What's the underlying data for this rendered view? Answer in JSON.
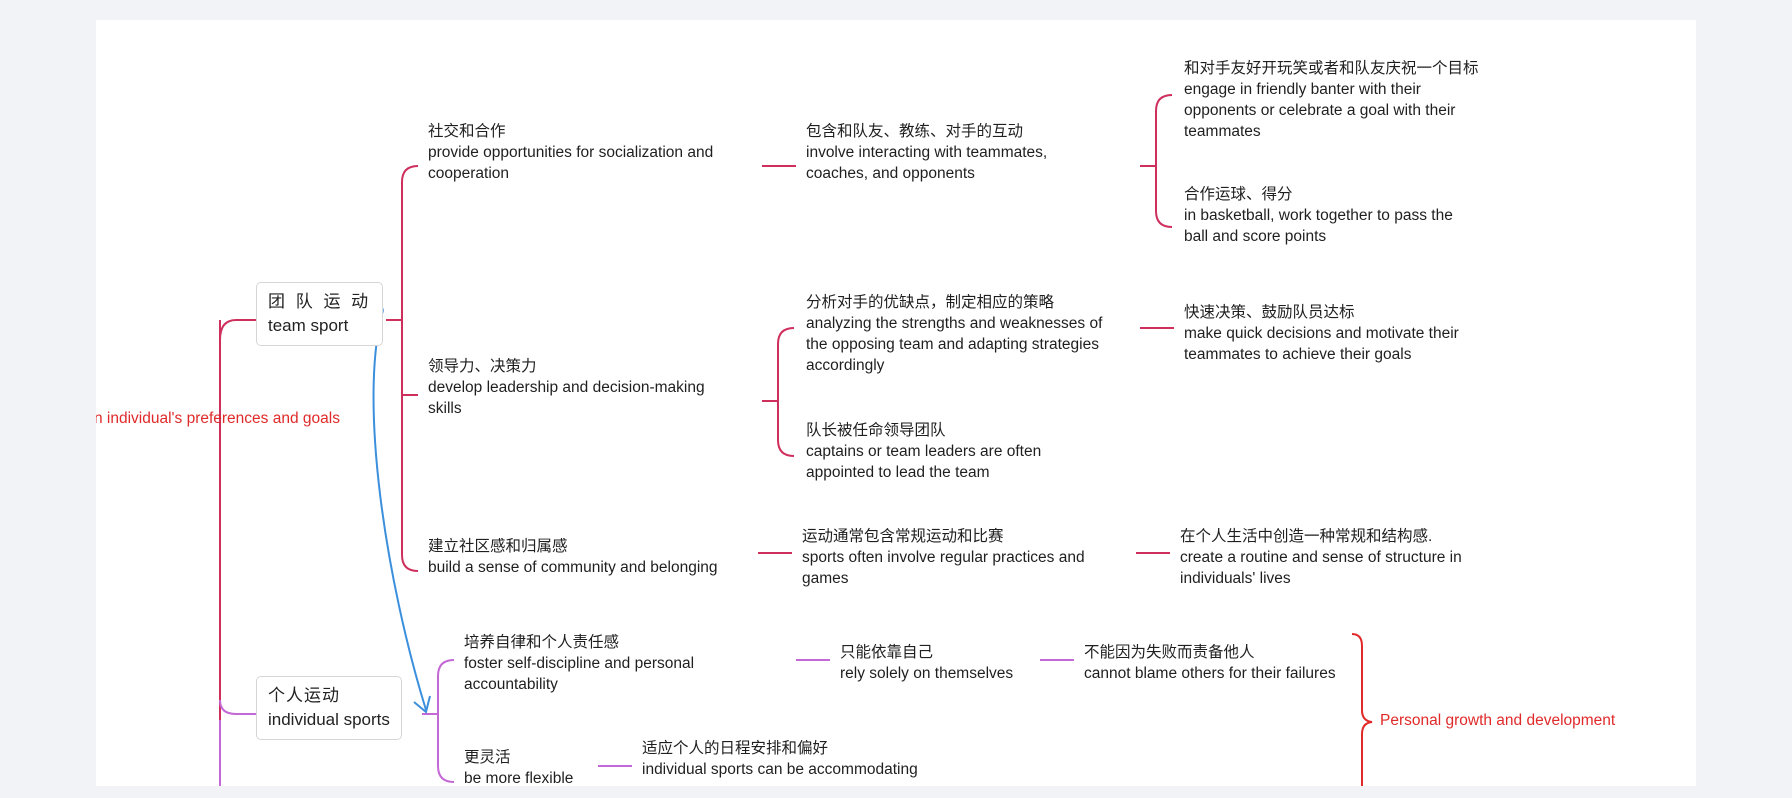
{
  "colors": {
    "team_branch": "#cf2f5d",
    "individual_branch": "#c468d6",
    "relation_line": "#3c8fdc",
    "summary_text": "#e02a2a"
  },
  "root_label": "n individual's preferences and goals",
  "team": {
    "zh": "团 队 运 动",
    "en": "team sport",
    "children": [
      {
        "zh": "社交和合作",
        "en": [
          "provide opportunities for socialization and",
          "cooperation"
        ],
        "child": {
          "zh": "包含和队友、教练、对手的互动",
          "en": [
            "involve interacting with teammates,",
            "coaches, and opponents"
          ],
          "children": [
            {
              "zh": "和对手友好开玩笑或者和队友庆祝一个目标",
              "en": [
                "engage in friendly banter with their",
                "opponents or celebrate a goal with their",
                "teammates"
              ]
            },
            {
              "zh": "合作运球、得分",
              "en": [
                "in basketball, work together to pass the",
                "ball and score points"
              ]
            }
          ]
        }
      },
      {
        "zh": "领导力、决策力",
        "en": [
          "develop leadership and decision-making",
          "skills"
        ],
        "children": [
          {
            "zh": "分析对手的优缺点，制定相应的策略",
            "en": [
              "analyzing the strengths and weaknesses of",
              "the opposing team and adapting strategies",
              "accordingly"
            ],
            "child": {
              "zh": "快速决策、鼓励队员达标",
              "en": [
                "make quick decisions and motivate their",
                "teammates to achieve their goals"
              ]
            }
          },
          {
            "zh": "队长被任命领导团队",
            "en": [
              "captains or team leaders are often",
              "appointed to lead the team"
            ]
          }
        ]
      },
      {
        "zh": "建立社区感和归属感",
        "en": [
          "build a sense of community and belonging"
        ],
        "child": {
          "zh": "运动通常包含常规运动和比赛",
          "en": [
            "sports often involve regular practices and",
            "games"
          ],
          "child": {
            "zh": "在个人生活中创造一种常规和结构感.",
            "en": [
              "create a routine and sense of structure in",
              "individuals' lives"
            ]
          }
        }
      }
    ]
  },
  "individual": {
    "zh": "个人运动",
    "en": "individual sports",
    "children": [
      {
        "zh": "培养自律和个人责任感",
        "en": [
          "foster self-discipline and personal",
          "accountability"
        ],
        "child": {
          "zh": "只能依靠自己",
          "en": [
            "rely solely on themselves"
          ],
          "child": {
            "zh": "不能因为失败而责备他人",
            "en": [
              "cannot blame others for their failures"
            ]
          }
        }
      },
      {
        "zh": "更灵活",
        "en": [
          "be more flexible"
        ],
        "child": {
          "zh": "适应个人的日程安排和偏好",
          "en": [
            "individual sports can be accommodating"
          ]
        }
      }
    ]
  },
  "summary_label": "Personal growth and development"
}
